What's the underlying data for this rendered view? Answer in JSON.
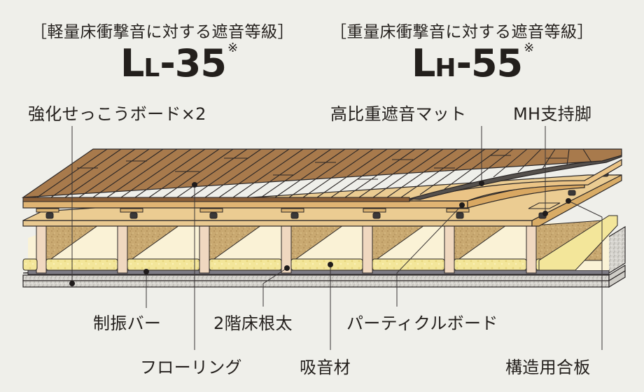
{
  "ratings": [
    {
      "category": "［軽量床衝撃音に対する遮音等級］",
      "prefix": "L",
      "subscript": "L",
      "value": "-35",
      "note": "※"
    },
    {
      "category": "［重量床衝撃音に対する遮音等級］",
      "prefix": "L",
      "subscript": "H",
      "value": "-55",
      "note": "※"
    }
  ],
  "callouts": {
    "top": [
      {
        "label": "強化せっこうボード×2"
      },
      {
        "label": "高比重遮音マット"
      },
      {
        "label": "MH支持脚"
      }
    ],
    "bottom": [
      {
        "label": "制振バー"
      },
      {
        "label": "2階床根太"
      },
      {
        "label": "パーティクルボード"
      },
      {
        "label": "フローリング"
      },
      {
        "label": "吸音材"
      },
      {
        "label": "構造用合板"
      }
    ]
  },
  "colors": {
    "background": "#efefea",
    "flooring": "#a87a4c",
    "flooring_line": "#3a2a1c",
    "particle_board": "#e3b977",
    "plywood": "#e9c990",
    "sound_mat": "#55504c",
    "insulation": "#c8a870",
    "cavity": "#fbf3d8",
    "absorber": "#f4e79a",
    "gypsum": "#d4d2cc",
    "damping_bar": "#7a7880"
  }
}
